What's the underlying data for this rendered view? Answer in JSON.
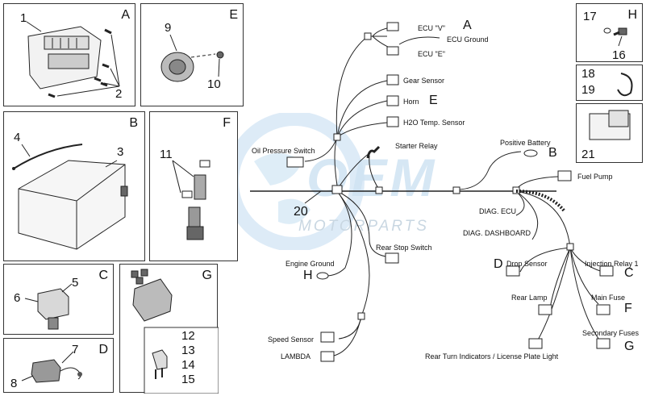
{
  "panels": {
    "A": {
      "letter": "A",
      "parts": [
        "1",
        "2"
      ]
    },
    "B": {
      "letter": "B",
      "parts": [
        "4",
        "3"
      ]
    },
    "C": {
      "letter": "C",
      "parts": [
        "5",
        "6"
      ]
    },
    "D": {
      "letter": "D",
      "parts": [
        "7",
        "8"
      ]
    },
    "E": {
      "letter": "E",
      "parts": [
        "9",
        "10"
      ]
    },
    "F": {
      "letter": "F",
      "parts": [
        "11"
      ]
    },
    "G": {
      "letter": "G",
      "parts": [
        "12",
        "13",
        "14",
        "15"
      ]
    },
    "H": {
      "letter": "H",
      "parts": [
        "17",
        "16"
      ]
    },
    "N18": {
      "parts": [
        "18",
        "19"
      ]
    },
    "N21": {
      "parts": [
        "21"
      ]
    }
  },
  "watermark": {
    "brand": "OEM",
    "sub": "MOTORPARTS"
  },
  "harness": {
    "part_number": "20",
    "labels": {
      "ecu_v": "ECU \"V\"",
      "ecu_ground": "ECU Ground",
      "ecu_e": "ECU \"E\"",
      "gear_sensor": "Gear Sensor",
      "horn": "Horn",
      "h2o": "H2O Temp. Sensor",
      "oil_pressure": "Oil Pressure Switch",
      "starter_relay": "Starter Relay",
      "positive_battery": "Positive Battery",
      "fuel_pump": "Fuel Pump",
      "diag_ecu": "DIAG. ECU",
      "diag_dashboard": "DIAG. DASHBOARD",
      "rear_stop": "Rear Stop Switch",
      "engine_ground": "Engine Ground",
      "drop_sensor": "Drop Sensor",
      "injection_relay": "Injection Relay 1",
      "rear_lamp": "Rear Lamp",
      "main_fuse": "Main Fuse",
      "secondary_fuses": "Secondary Fuses",
      "speed_sensor": "Speed Sensor",
      "lambda": "LAMBDA",
      "rear_turn": "Rear Turn Indicators / License Plate Light"
    },
    "refs": {
      "a": "A",
      "e": "E",
      "b": "B",
      "h": "H",
      "d": "D",
      "c": "C",
      "f": "F",
      "g": "G"
    }
  }
}
